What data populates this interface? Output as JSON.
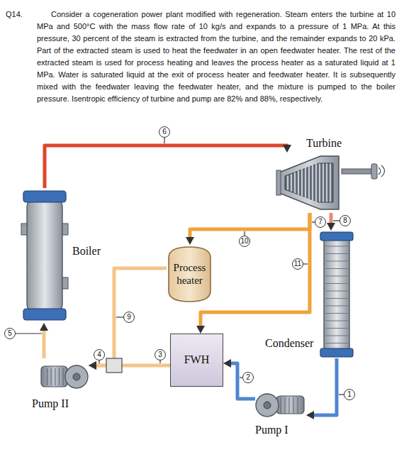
{
  "diagram": {
    "nodes": [
      {
        "text": [
          "Turbine"
        ]
      },
      {
        "text": [
          "Boiler"
        ]
      },
      {
        "text": [
          "Process heater"
        ]
      },
      {
        "text": [
          "Condenser"
        ]
      },
      {
        "text": [
          "FWH"
        ]
      },
      {
        "text": [
          "Pump II"
        ]
      },
      {
        "text": [
          "Pump I"
        ]
      }
    ],
    "edges": [
      {
        "from": 1,
        "to": 0,
        "arrow": "to",
        "label": "6"
      },
      {
        "from": 0,
        "to": 2,
        "arrow": "to",
        "label": "10"
      },
      {
        "from": 0,
        "to": 4,
        "arrow": "to",
        "label": "11"
      },
      {
        "from": 0,
        "to": 3,
        "arrow": "to",
        "label": "8"
      },
      {
        "from": 3,
        "to": 6,
        "arrow": "to",
        "label": "1"
      },
      {
        "from": 6,
        "to": 4,
        "arrow": "to",
        "label": "2"
      },
      {
        "from": 4,
        "to": 5,
        "arrow": "to",
        "label": "3"
      },
      {
        "from": 2,
        "to": 5,
        "arrow": "to",
        "label": "9"
      },
      {
        "from": 5,
        "to": 1,
        "arrow": "to",
        "label": "5"
      }
    ],
    "labels": [
      "Q14.",
      "Consider a cogeneration power plant modified with regeneration. Steam enters the turbine at 10 MPa and 500°C with the mass flow rate of 10 kg/s and expands to a pressure of 1 MPa. At this pressure, 30 percent of the steam is extracted from the turbine, and the remainder expands to 20 kPa. Part of the extracted steam is used to heat the feedwater in an open feedwater heater. The rest of the extracted steam is used for process heating and leaves the process heater as a saturated liquid at 1 MPa. Water is saturated liquid at the exit of process heater and feedwater heater. It is subsequently mixed with the feedwater leaving the feedwater heater, and the mixture is pumped to the boiler pressure. Isentropic efficiency of turbine and pump are 82% and 88%, respectively.",
      "7",
      "4"
    ]
  }
}
